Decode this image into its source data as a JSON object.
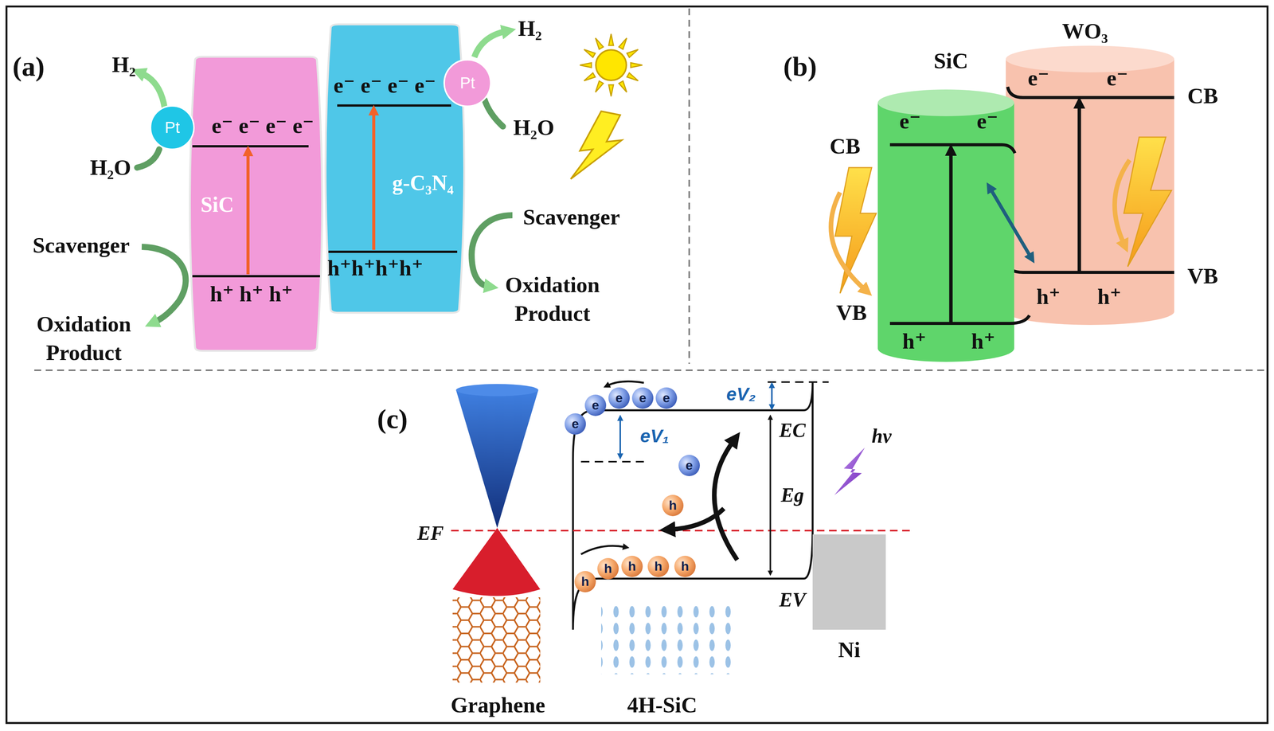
{
  "diagram": {
    "nodes": [
      {
        "text": [
          "e⁻ e⁻ e⁻ e⁻",
          "SiC",
          "h⁺ h⁺ h⁺"
        ]
      },
      {
        "text": [
          "Pt"
        ]
      },
      {
        "text": [
          "e⁻ e⁻ e⁻ e⁻",
          "g-C₃N₄",
          "h⁺h⁺h⁺h⁺"
        ]
      },
      {
        "text": [
          "Pt"
        ]
      },
      {
        "text": [
          "SiC",
          "e⁻",
          "e⁻",
          "h⁺",
          "h⁺"
        ]
      },
      {
        "text": [
          "WO₃",
          "e⁻",
          "e⁻",
          "h⁺",
          "h⁺"
        ]
      },
      {
        "text": [
          "Ni"
        ]
      },
      {
        "text": [
          "e"
        ]
      },
      {
        "text": [
          "e"
        ]
      },
      {
        "text": [
          "e"
        ]
      },
      {
        "text": [
          "e"
        ]
      },
      {
        "text": [
          "e"
        ]
      },
      {
        "text": [
          "e"
        ]
      },
      {
        "text": [
          "h"
        ]
      },
      {
        "text": [
          "h"
        ]
      },
      {
        "text": [
          "h"
        ]
      },
      {
        "text": [
          "h"
        ]
      },
      {
        "text": [
          "h"
        ]
      },
      {
        "text": [
          "h"
        ]
      }
    ],
    "labels": [
      "(a)",
      "H₂",
      "H₂O",
      "H₂",
      "H₂O",
      "Scavenger",
      "Oxidation Product",
      "Scavenger",
      "Oxidation Product",
      "(b)",
      "CB",
      "VB",
      "CB",
      "VB",
      "(c)",
      "eV₁",
      "eV₂",
      "EC",
      "Eg",
      "EV",
      "EF",
      "hv",
      "Graphene",
      "4H-SiC"
    ]
  }
}
